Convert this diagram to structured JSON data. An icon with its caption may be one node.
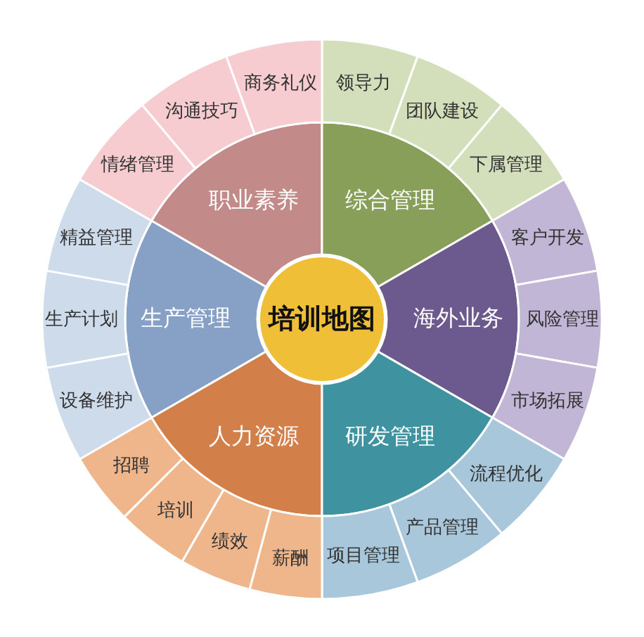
{
  "diagram": {
    "nodes": [
      {
        "text": [
          "培训地图"
        ]
      },
      {
        "text": [
          "职业素养"
        ]
      },
      {
        "text": [
          "综合管理"
        ]
      },
      {
        "text": [
          "生产管理"
        ]
      },
      {
        "text": [
          "海外业务"
        ]
      },
      {
        "text": [
          "人力资源"
        ]
      },
      {
        "text": [
          "研发管理"
        ]
      },
      {
        "text": [
          "领导力"
        ]
      },
      {
        "text": [
          "团队建设"
        ]
      },
      {
        "text": [
          "下属管理"
        ]
      },
      {
        "text": [
          "客户开发"
        ]
      },
      {
        "text": [
          "风险管理"
        ]
      },
      {
        "text": [
          "市场拓展"
        ]
      },
      {
        "text": [
          "流程优化"
        ]
      },
      {
        "text": [
          "产品管理"
        ]
      },
      {
        "text": [
          "项目管理"
        ]
      },
      {
        "text": [
          "薪酬"
        ]
      },
      {
        "text": [
          "绩效"
        ]
      },
      {
        "text": [
          "培训"
        ]
      },
      {
        "text": [
          "招聘"
        ]
      },
      {
        "text": [
          "设备维护"
        ]
      },
      {
        "text": [
          "生产计划"
        ]
      },
      {
        "text": [
          "精益管理"
        ]
      },
      {
        "text": [
          "情绪管理"
        ]
      },
      {
        "text": [
          "沟通技巧"
        ]
      },
      {
        "text": [
          "商务礼仪"
        ]
      }
    ]
  }
}
